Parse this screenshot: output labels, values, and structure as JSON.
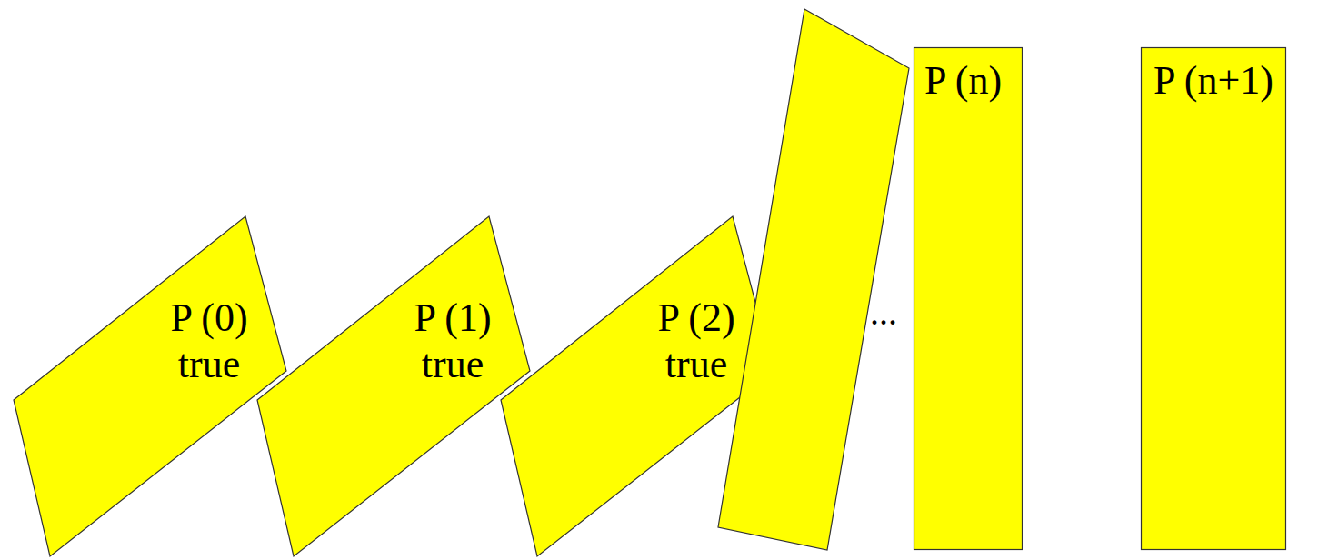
{
  "diagram": {
    "nodes": [
      {
        "text": [
          "P (0) true"
        ]
      },
      {
        "text": [
          "P (1) true"
        ]
      },
      {
        "text": [
          "P (2) true"
        ]
      },
      {
        "text": [
          "P (n)"
        ]
      },
      {
        "text": [
          "P (n+1)"
        ]
      }
    ],
    "labels": [
      "..."
    ]
  }
}
